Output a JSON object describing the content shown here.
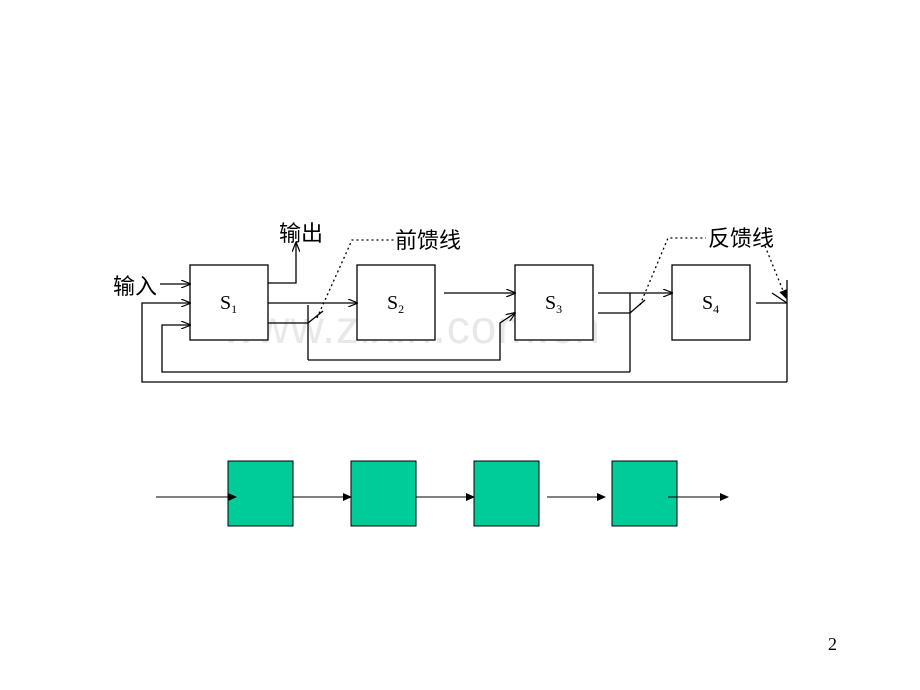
{
  "diagram": {
    "labels": {
      "input": "输入",
      "output": "输出",
      "feedforward": "前馈线",
      "feedback": "反馈线"
    },
    "stages": [
      {
        "id": "S1",
        "letter": "S",
        "sub": "1"
      },
      {
        "id": "S2",
        "letter": "S",
        "sub": "2"
      },
      {
        "id": "S3",
        "letter": "S",
        "sub": "3"
      },
      {
        "id": "S4",
        "letter": "S",
        "sub": "4"
      }
    ],
    "pipeline_block_count": 4,
    "colors": {
      "line": "#000000",
      "block_fill": "#00cc99",
      "watermark": "#e8e8e8"
    }
  },
  "watermark": "www.zixin.com.cn",
  "page_number": "2"
}
